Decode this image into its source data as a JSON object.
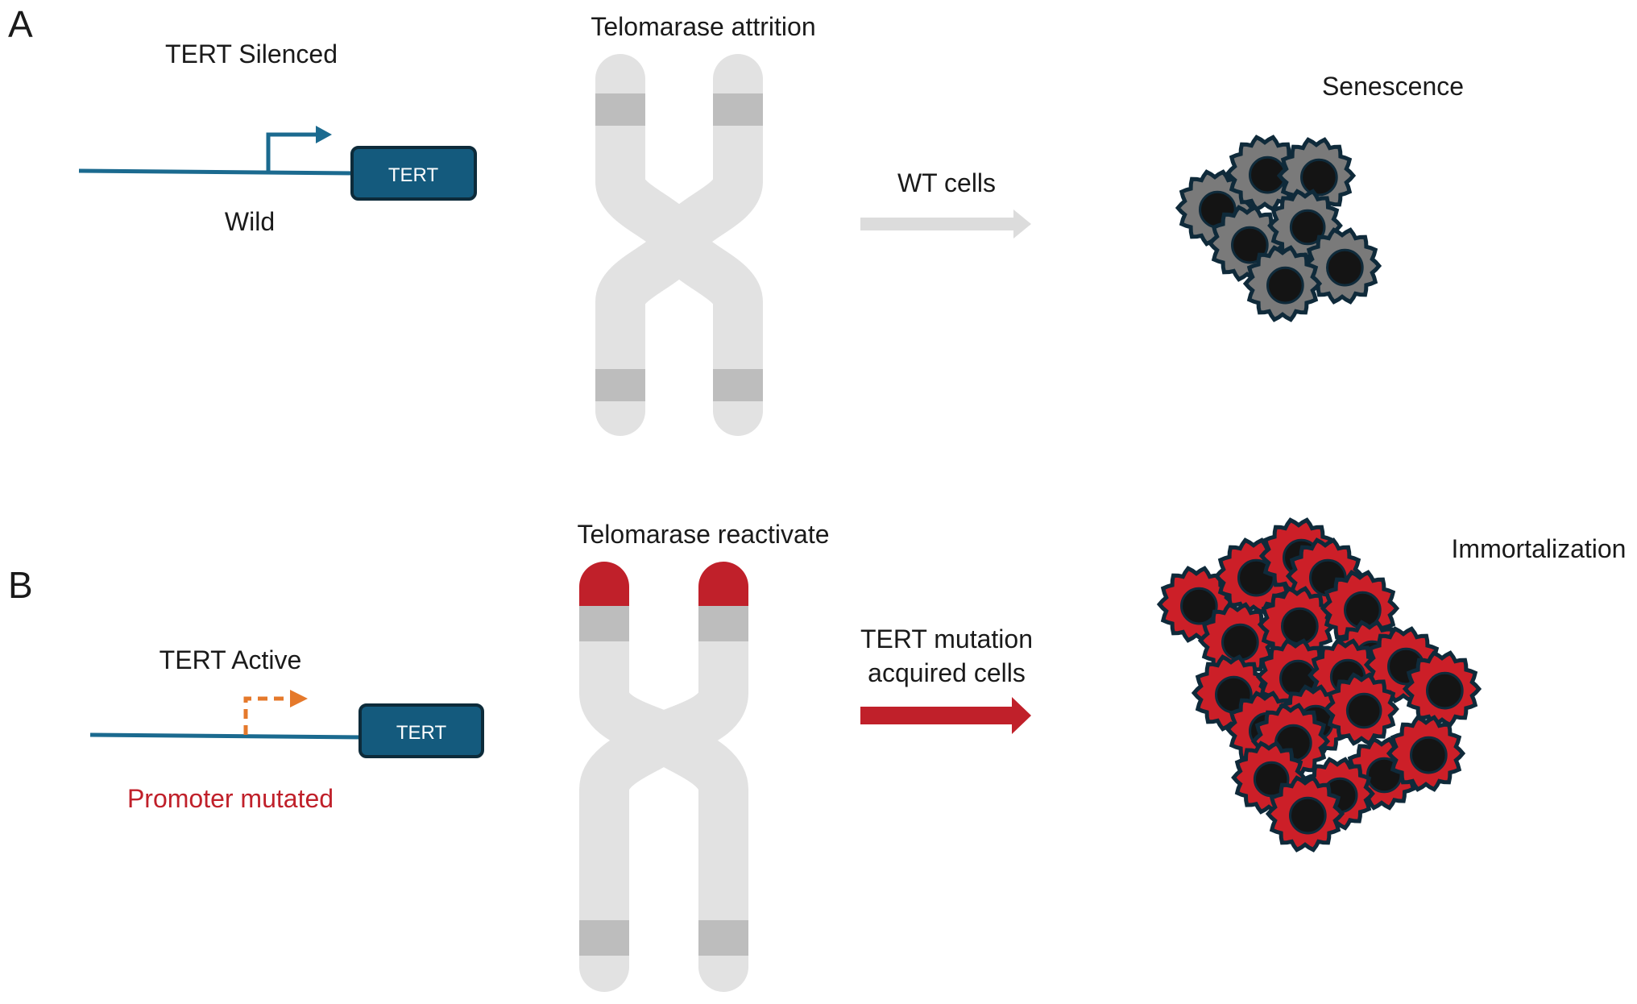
{
  "colors": {
    "gene_box": "#145a7d",
    "gene_box_border": "#0d2b3a",
    "gene_line": "#1b6a8f",
    "promoter_mutated_arrow": "#e5792b",
    "chromosome": "#e2e2e2",
    "chromosome_band": "#bdbdbd",
    "telomere_active": "#c0202a",
    "arrow_wt": "#dcdcdc",
    "arrow_mutation": "#c0202a",
    "text_default": "#1a1a1a",
    "text_mutated": "#c0202a",
    "cell_senescent": "#7a7a7a",
    "cell_immortal": "#cc1f28",
    "cell_outline": "#0f2a3a",
    "nucleus": "#141414"
  },
  "panel_a": {
    "label": "A",
    "gene_state": "TERT Silenced",
    "gene_name": "TERT",
    "promoter_type": "Wild",
    "chromosome_caption": "Telomarase attrition",
    "arrow_label": "WT cells",
    "outcome": "Senescence"
  },
  "panel_b": {
    "label": "B",
    "gene_state": "TERT Active",
    "gene_name": "TERT",
    "promoter_type": "Promoter mutated",
    "chromosome_caption": "Telomarase reactivate",
    "arrow_label_line1": "TERT mutation",
    "arrow_label_line2": "acquired cells",
    "outcome": "Immortalization"
  }
}
